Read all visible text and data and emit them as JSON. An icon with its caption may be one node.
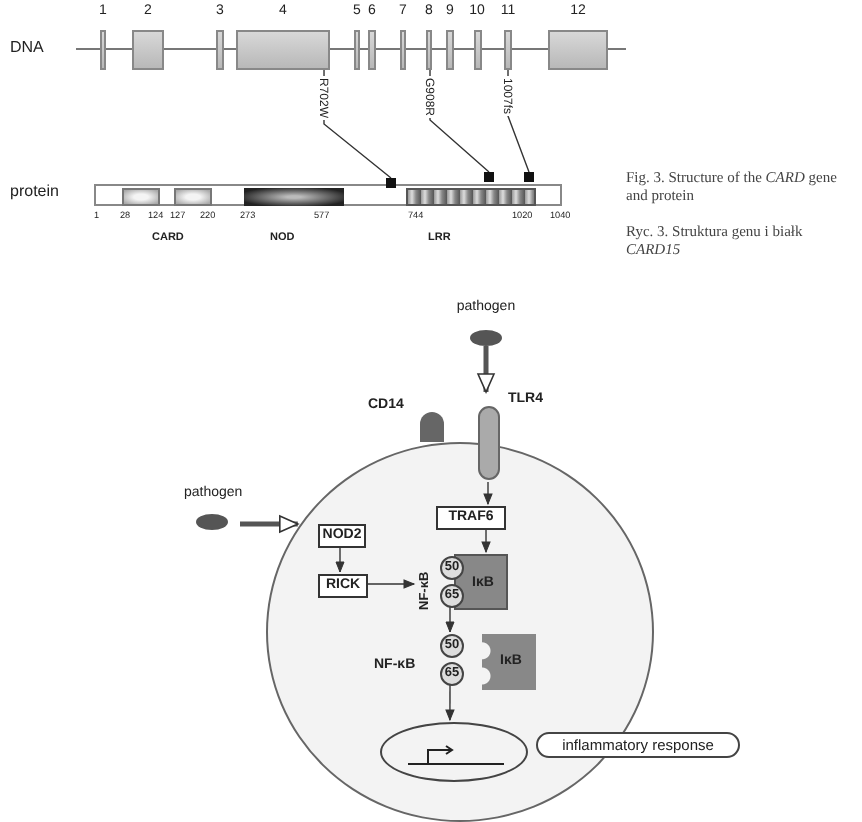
{
  "diagram": {
    "caption": "Fig. 3. Structure of the *CARD* gene and protein",
    "nodes": [
      {
        "text": [
          "1"
        ]
      },
      {
        "text": [
          "2"
        ]
      },
      {
        "text": [
          "3"
        ]
      },
      {
        "text": [
          "4"
        ]
      },
      {
        "text": [
          "5"
        ]
      },
      {
        "text": [
          "6"
        ]
      },
      {
        "text": [
          "7"
        ]
      },
      {
        "text": [
          "8"
        ]
      },
      {
        "text": [
          "9"
        ]
      },
      {
        "text": [
          "10"
        ]
      },
      {
        "text": [
          "11"
        ]
      },
      {
        "text": [
          "12"
        ]
      },
      {
        "text": [],
        "shape": "bar"
      },
      {
        "text": [],
        "shape": "box",
        "in": 12
      },
      {
        "text": [],
        "shape": "box",
        "in": 12
      },
      {
        "text": [],
        "shape": "box",
        "in": 12
      },
      {
        "text": [],
        "shape": "box",
        "in": 12
      },
      {
        "text": [],
        "shape": "box"
      },
      {
        "text": [],
        "shape": "box"
      },
      {
        "text": [],
        "shape": "box"
      },
      {
        "text": [
          "pathogen"
        ]
      },
      {
        "text": [
          "TLR4"
        ]
      },
      {
        "text": [
          "CD14"
        ]
      },
      {
        "text": [],
        "shape": "circle"
      },
      {
        "text": [
          "pathogen"
        ]
      },
      {
        "text": [
          "TRAF6"
        ],
        "in": 23
      },
      {
        "text": [
          "NOD2"
        ],
        "in": 23
      },
      {
        "text": [
          "RICK"
        ],
        "in": 23
      },
      {
        "text": [
          "NF-κB"
        ],
        "in": 23
      },
      {
        "text": [
          "50"
        ],
        "in": 23
      },
      {
        "text": [
          "65"
        ],
        "in": 23
      },
      {
        "text": [
          "IκB"
        ],
        "in": 23
      },
      {
        "text": [
          "NF-κB"
        ],
        "in": 23
      },
      {
        "text": [
          "50"
        ],
        "in": 23
      },
      {
        "text": [
          "65"
        ],
        "in": 23
      },
      {
        "text": [
          "IκB"
        ],
        "in": 23
      },
      {
        "text": [],
        "shape": "ellipse",
        "in": 23
      },
      {
        "text": [
          "inflammatory response"
        ]
      }
    ],
    "edges": [
      {
        "from": 3,
        "to": 17,
        "arrow": "none",
        "label": "R702W"
      },
      {
        "from": 7,
        "to": 18,
        "arrow": "none",
        "label": "G908R"
      },
      {
        "from": 10,
        "to": 19,
        "arrow": "none",
        "label": "1007fs"
      },
      {
        "from": 20,
        "to": 21,
        "arrow": "to",
        "style": "thick"
      },
      {
        "from": 24,
        "to": 23,
        "arrow": "to",
        "style": "thick"
      },
      {
        "from": 21,
        "to": 25,
        "arrow": "to"
      },
      {
        "from": 25,
        "to": 31,
        "arrow": "to"
      },
      {
        "from": 26,
        "to": 27,
        "arrow": "to"
      },
      {
        "from": 27,
        "to": 28,
        "arrow": "to"
      },
      {
        "from": 30,
        "to": 33,
        "arrow": "to"
      },
      {
        "from": 34,
        "to": 36,
        "arrow": "to"
      }
    ],
    "labels": [
      "DNA",
      "protein",
      "1",
      "28",
      "124",
      "127",
      "220",
      "273",
      "577",
      "744",
      "1020",
      "1040",
      "CARD",
      "NOD",
      "LRR",
      "Ryc. 3. Struktura genu i białk *CARD15*"
    ]
  }
}
